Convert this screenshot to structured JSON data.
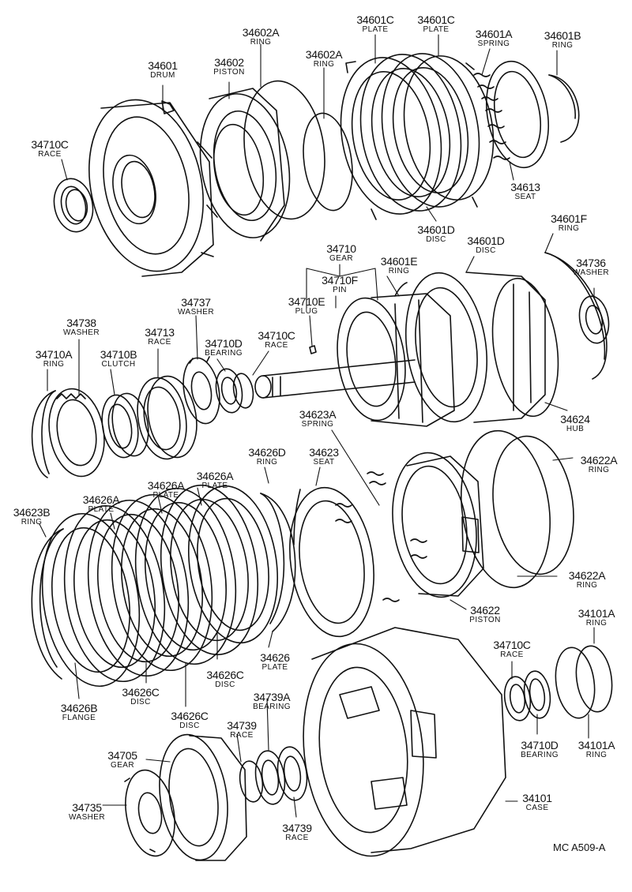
{
  "diagram": {
    "footer": "MC  A509-A",
    "parts": [
      {
        "id": "p34601",
        "number": "34601",
        "name": "DRUM"
      },
      {
        "id": "p34602",
        "number": "34602",
        "name": "PISTON"
      },
      {
        "id": "p34602A_top",
        "number": "34602A",
        "name": "RING"
      },
      {
        "id": "p34602A_mid",
        "number": "34602A",
        "name": "RING"
      },
      {
        "id": "p34601C_a",
        "number": "34601C",
        "name": "PLATE"
      },
      {
        "id": "p34601C_b",
        "number": "34601C",
        "name": "PLATE"
      },
      {
        "id": "p34601A",
        "number": "34601A",
        "name": "SPRING"
      },
      {
        "id": "p34601B",
        "number": "34601B",
        "name": "RING"
      },
      {
        "id": "p34710C_top",
        "number": "34710C",
        "name": "RACE"
      },
      {
        "id": "p34613",
        "number": "34613",
        "name": "SEAT"
      },
      {
        "id": "p34601D_a",
        "number": "34601D",
        "name": "DISC"
      },
      {
        "id": "p34601F",
        "number": "34601F",
        "name": "RING"
      },
      {
        "id": "p34601D_b",
        "number": "34601D",
        "name": "DISC"
      },
      {
        "id": "p34710",
        "number": "34710",
        "name": "GEAR"
      },
      {
        "id": "p34601E",
        "number": "34601E",
        "name": "RING"
      },
      {
        "id": "p34736",
        "number": "34736",
        "name": "WASHER"
      },
      {
        "id": "p34710F",
        "number": "34710F",
        "name": "PIN"
      },
      {
        "id": "p34710E",
        "number": "34710E",
        "name": "PLUG"
      },
      {
        "id": "p34737",
        "number": "34737",
        "name": "WASHER"
      },
      {
        "id": "p34738",
        "number": "34738",
        "name": "WASHER"
      },
      {
        "id": "p34713",
        "number": "34713",
        "name": "RACE"
      },
      {
        "id": "p34710D_mid",
        "number": "34710D",
        "name": "BEARING"
      },
      {
        "id": "p34710C_mid",
        "number": "34710C",
        "name": "RACE"
      },
      {
        "id": "p34710A",
        "number": "34710A",
        "name": "RING"
      },
      {
        "id": "p34710B",
        "number": "34710B",
        "name": "CLUTCH"
      },
      {
        "id": "p34624",
        "number": "34624",
        "name": "HUB"
      },
      {
        "id": "p34623A",
        "number": "34623A",
        "name": "SPRING"
      },
      {
        "id": "p34626D",
        "number": "34626D",
        "name": "RING"
      },
      {
        "id": "p34623",
        "number": "34623",
        "name": "SEAT"
      },
      {
        "id": "p34622A_top",
        "number": "34622A",
        "name": "RING"
      },
      {
        "id": "p34626A_a",
        "number": "34626A",
        "name": "PLATE"
      },
      {
        "id": "p34626A_b",
        "number": "34626A",
        "name": "PLATE"
      },
      {
        "id": "p34626A_c",
        "number": "34626A",
        "name": "PLATE"
      },
      {
        "id": "p34623B",
        "number": "34623B",
        "name": "RING"
      },
      {
        "id": "p34622A_bot",
        "number": "34622A",
        "name": "RING"
      },
      {
        "id": "p34622",
        "number": "34622",
        "name": "PISTON"
      },
      {
        "id": "p34626",
        "number": "34626",
        "name": "PLATE"
      },
      {
        "id": "p34626C_a",
        "number": "34626C",
        "name": "DISC"
      },
      {
        "id": "p34626C_b",
        "number": "34626C",
        "name": "DISC"
      },
      {
        "id": "p34626C_c",
        "number": "34626C",
        "name": "DISC"
      },
      {
        "id": "p34626B",
        "number": "34626B",
        "name": "FLANGE"
      },
      {
        "id": "p34101A_top",
        "number": "34101A",
        "name": "RING"
      },
      {
        "id": "p34710C_bot",
        "number": "34710C",
        "name": "RACE"
      },
      {
        "id": "p34739A",
        "number": "34739A",
        "name": "BEARING"
      },
      {
        "id": "p34739_a",
        "number": "34739",
        "name": "RACE"
      },
      {
        "id": "p34705",
        "number": "34705",
        "name": "GEAR"
      },
      {
        "id": "p34710D_bot",
        "number": "34710D",
        "name": "BEARING"
      },
      {
        "id": "p34101A_bot",
        "number": "34101A",
        "name": "RING"
      },
      {
        "id": "p34101",
        "number": "34101",
        "name": "CASE"
      },
      {
        "id": "p34735",
        "number": "34735",
        "name": "WASHER"
      },
      {
        "id": "p34739_b",
        "number": "34739",
        "name": "RACE"
      }
    ]
  }
}
